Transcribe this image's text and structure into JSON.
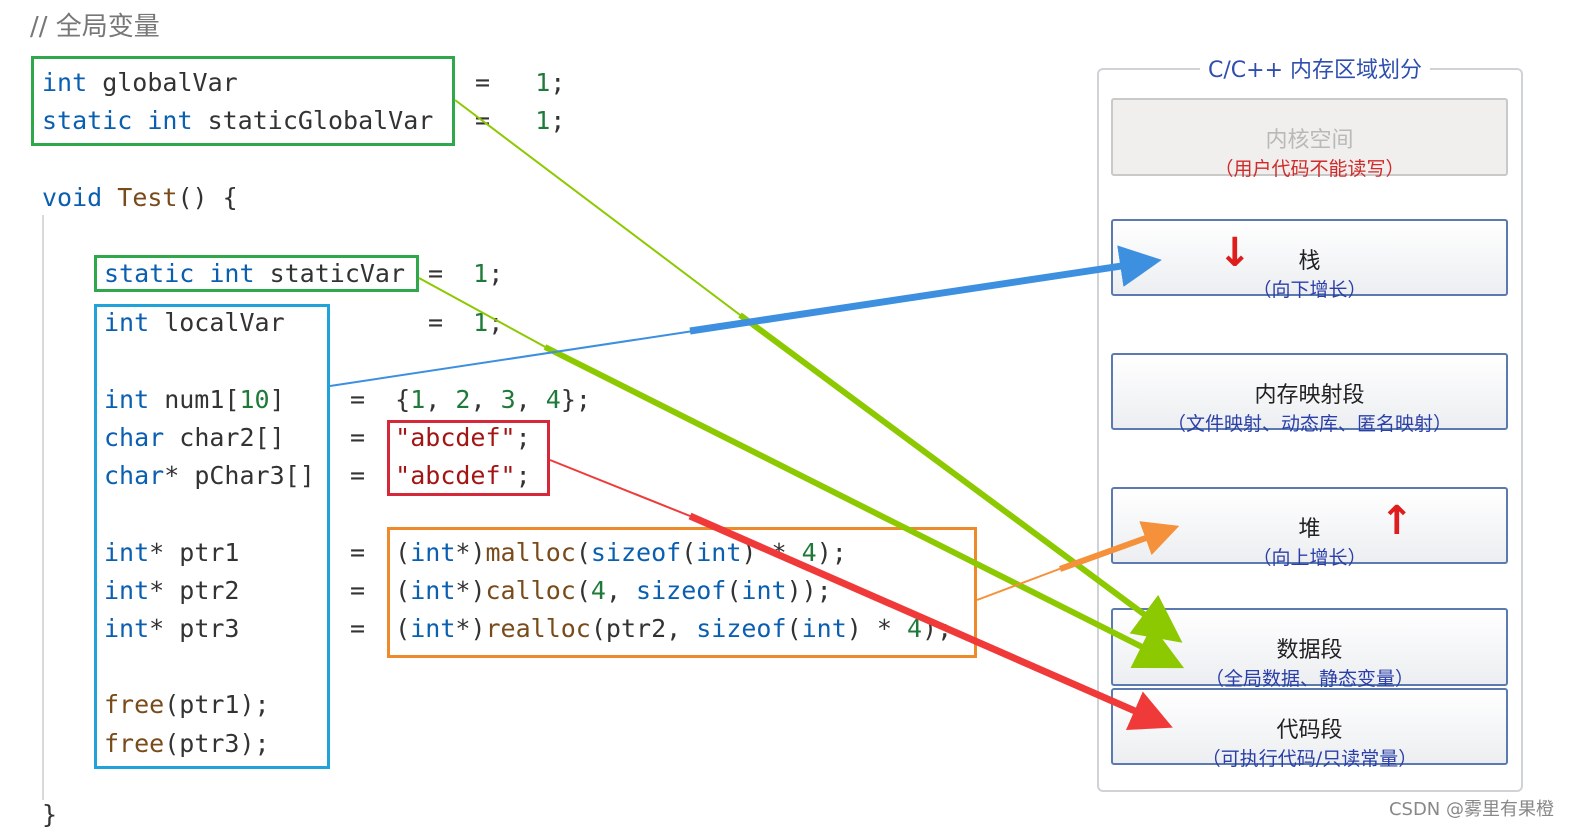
{
  "comment": "// 全局变量",
  "code": {
    "line_globalVar": {
      "kw": "int",
      "name": " globalVar",
      "eq": "=",
      "val": "1",
      "semi": ";"
    },
    "line_staticGlobalVar": {
      "kw": "static int",
      "name": " staticGlobalVar",
      "eq": "=",
      "val": "1",
      "semi": ";"
    },
    "line_void_kw": "void",
    "line_void_fn": " Test",
    "line_void_rest": "() {",
    "line_staticVar": {
      "kw": "static int",
      "name": " staticVar",
      "eq": "=",
      "val": "1",
      "semi": ";"
    },
    "line_localVar": {
      "kw": "int",
      "name": " localVar",
      "eq": "=",
      "val": "1",
      "semi": ";"
    },
    "line_num1": {
      "kw": "int",
      "name": " num1[",
      "size": "10",
      "close": "]",
      "eq": "=",
      "open": "{",
      "v1": "1",
      "c1": ", ",
      "v2": "2",
      "c2": ", ",
      "v3": "3",
      "c3": ", ",
      "v4": "4",
      "end": "};"
    },
    "line_char2": {
      "kw": "char",
      "name": " char2[]",
      "eq": "=",
      "str": "\"abcdef\"",
      "semi": ";"
    },
    "line_pChar3": {
      "kw": "char",
      "star": "*",
      "name": " pChar3[]",
      "eq": "=",
      "str": "\"abcdef\"",
      "semi": ";"
    },
    "line_ptr1": {
      "kw": "int",
      "star": "*",
      "name": " ptr1",
      "eq": "=",
      "p1": "(",
      "k1": "int",
      "p2": "*)",
      "f": "malloc",
      "p3": "(",
      "k2": "sizeof",
      "p4": "(",
      "k3": "int",
      "p5": ") * ",
      "n": "4",
      "p6": ");"
    },
    "line_ptr2": {
      "kw": "int",
      "star": "*",
      "name": " ptr2",
      "eq": "=",
      "p1": "(",
      "k1": "int",
      "p2": "*)",
      "f": "calloc",
      "p3": "(",
      "n": "4",
      "p4": ", ",
      "k2": "sizeof",
      "p5": "(",
      "k3": "int",
      "p6": "));"
    },
    "line_ptr3": {
      "kw": "int",
      "star": "*",
      "name": " ptr3",
      "eq": "=",
      "p1": "(",
      "k1": "int",
      "p2": "*)",
      "f": "realloc",
      "p3": "(ptr2, ",
      "k2": "sizeof",
      "p4": "(",
      "k3": "int",
      "p5": ") * ",
      "n": "4",
      "p6": ");"
    },
    "line_free1": {
      "f": "free",
      "rest": "(ptr1);"
    },
    "line_free3": {
      "f": "free",
      "rest": "(ptr3);"
    },
    "line_close": "}"
  },
  "panel": {
    "title": "C/C++ 内存区域划分",
    "segments": [
      {
        "title": "内核空间",
        "sub": "（用户代码不能读写）"
      },
      {
        "title": "栈",
        "sub": "（向下增长）"
      },
      {
        "title": "内存映射段",
        "sub": "（文件映射、动态库、匿名映射）"
      },
      {
        "title": "堆",
        "sub": "（向上增长）"
      },
      {
        "title": "数据段",
        "sub": "（全局数据、静态变量）"
      },
      {
        "title": "代码段",
        "sub": "（可执行代码/只读常量）"
      }
    ]
  },
  "watermark": "CSDN @雾里有果橙",
  "colors": {
    "green": "#2ea84a",
    "blue": "#1fa3d9",
    "red": "#d7283a",
    "orange": "#ef8a2a",
    "arrow_green": "#8cc900",
    "arrow_blue": "#3d8fe0",
    "arrow_red": "#f03a3a",
    "arrow_orange": "#f5913a"
  }
}
